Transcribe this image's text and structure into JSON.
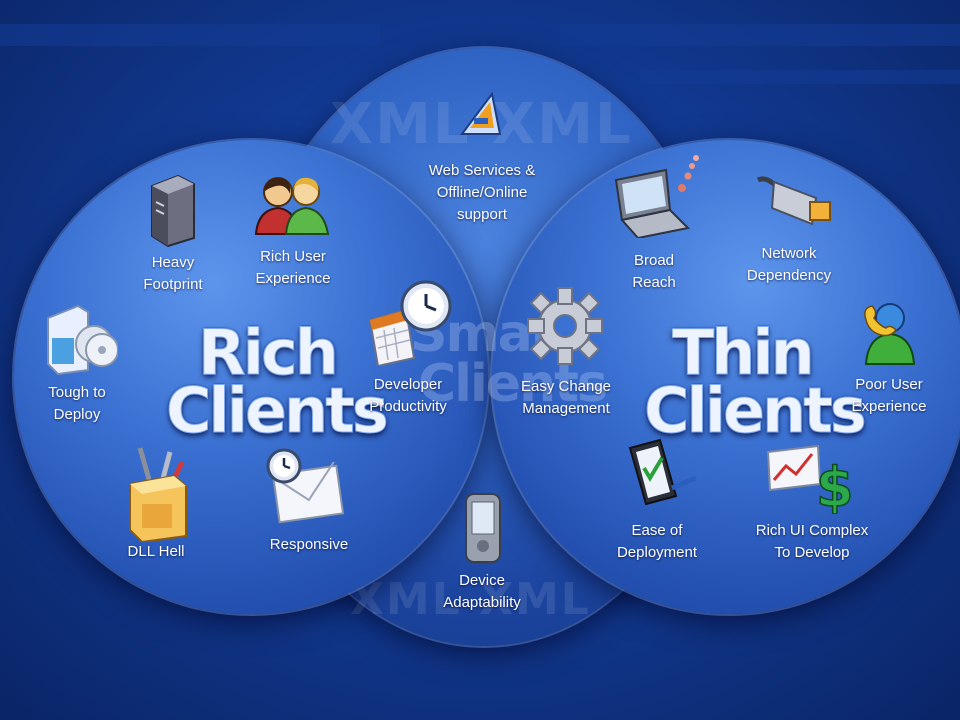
{
  "background": {
    "color": "#123a93",
    "accent": "#3b71d2"
  },
  "watermarks": {
    "top": "XML XML",
    "bottom": "XML XML"
  },
  "circles": {
    "rich": {
      "title_line1": "Rich",
      "title_line2": "Clients"
    },
    "thin": {
      "title_line1": "Thin",
      "title_line2": "Clients"
    },
    "smart": {
      "title_line1": "Smart",
      "title_line2": "Clients"
    }
  },
  "labels": {
    "web_services": "Web Services &\nOffline/Online\nsupport",
    "heavy_footprint": "Heavy\nFootprint",
    "rich_ux": "Rich User\nExperience",
    "tough_deploy": "Tough to\nDeploy",
    "dev_productivity": "Developer\nProductivity",
    "dll_hell": "DLL Hell",
    "responsive": "Responsive",
    "device_adaptability": "Device\nAdaptability",
    "easy_change": "Easy Change\nManagement",
    "broad_reach": "Broad\nReach",
    "network_dependency": "Network\nDependency",
    "poor_ux": "Poor User\nExperience",
    "ease_deploy": "Ease of\nDeployment",
    "rich_ui_complex": "Rich UI Complex\nTo Develop"
  },
  "icons": [
    "web-services-icon",
    "server-icon",
    "users-icon",
    "software-box-icon",
    "calendar-clock-icon",
    "toolbox-icon",
    "mail-clock-icon",
    "pda-icon",
    "gear-icon",
    "laptop-icon",
    "network-plug-icon",
    "messenger-user-icon",
    "checklist-icon",
    "chart-dollar-icon"
  ]
}
